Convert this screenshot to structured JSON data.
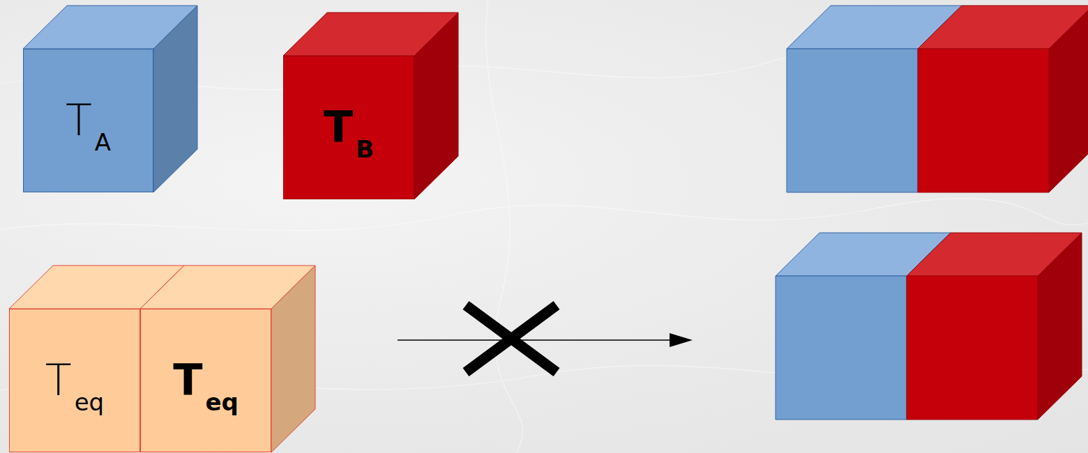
{
  "diagram": {
    "nodes": [
      {
        "text": [
          "T",
          "A"
        ]
      },
      {
        "text": [
          "T",
          "B"
        ]
      },
      {
        "text": [
          "T",
          "eq"
        ]
      },
      {
        "text": [
          "T",
          "eq"
        ]
      }
    ]
  }
}
